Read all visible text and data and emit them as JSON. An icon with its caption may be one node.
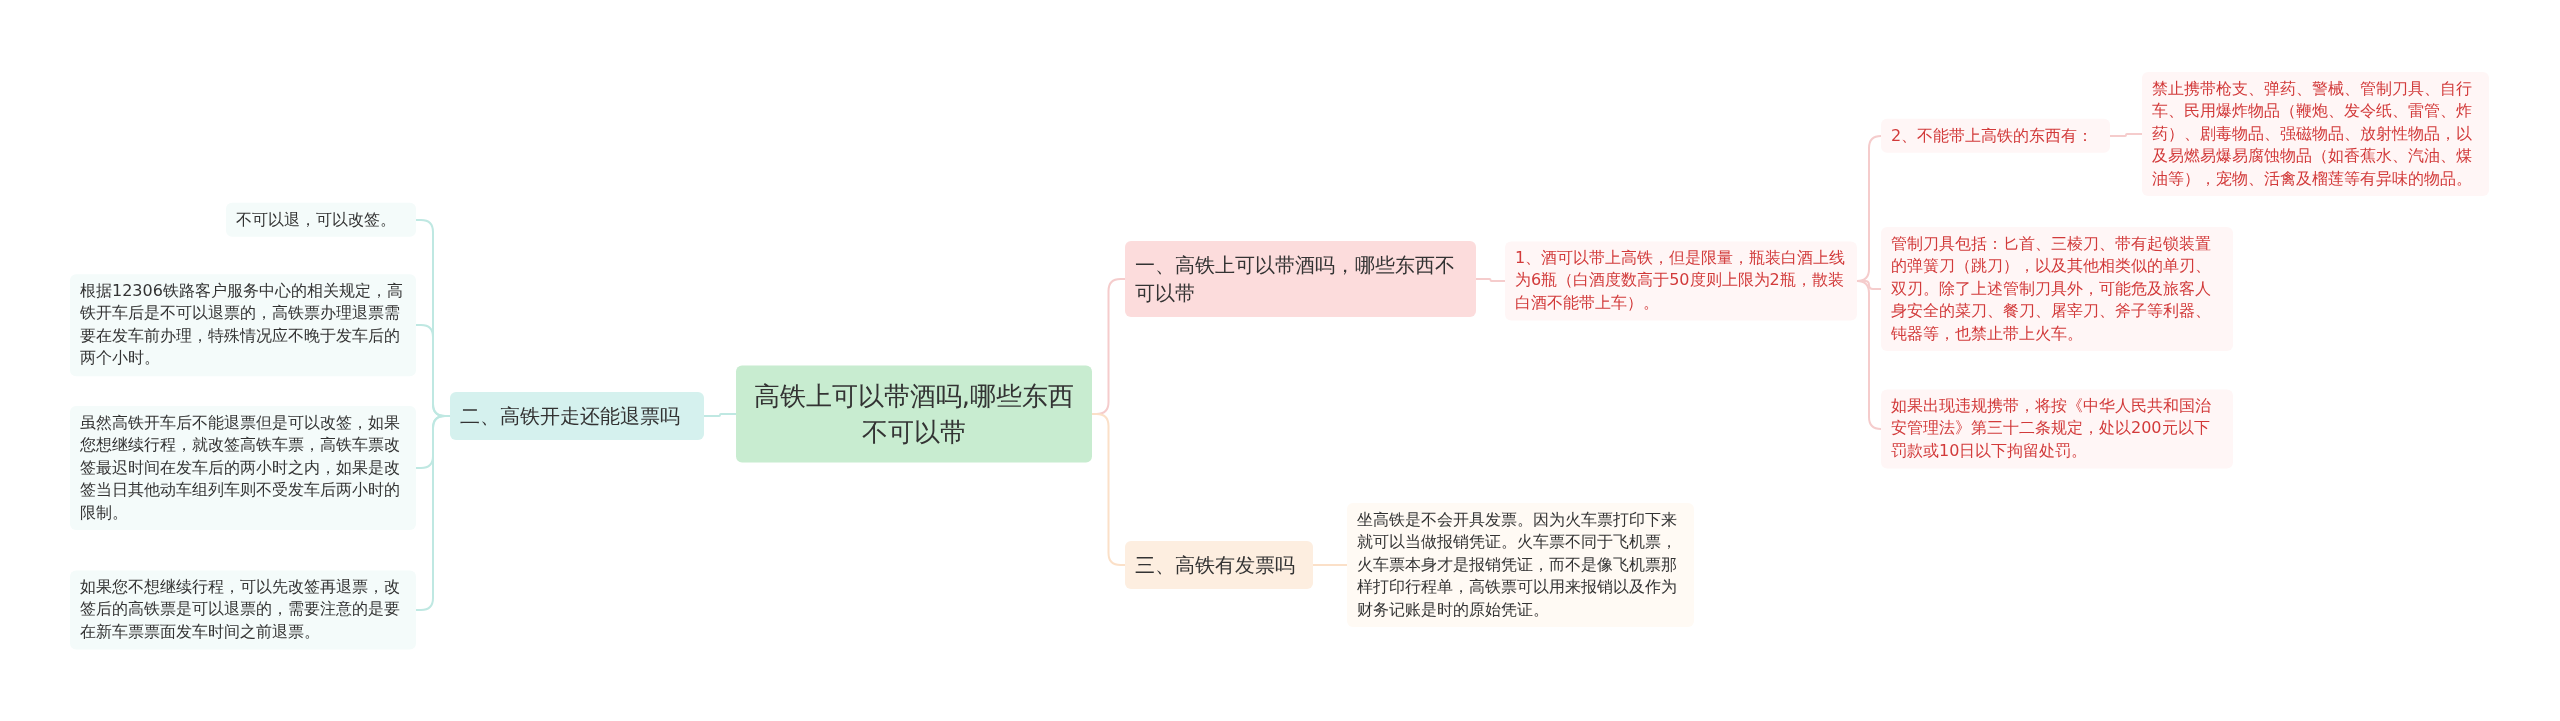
{
  "diagram": {
    "nodes": [
      {
        "text": [
          "高铁上可以带酒吗,哪些东西不可以带"
        ]
      },
      {
        "text": [
          "一、高铁上可以带酒吗，哪些东西不可以带"
        ]
      },
      {
        "text": [
          "1、酒可以带上高铁，但是限量，瓶装白酒上线为6瓶（白酒度数高于50度则上限为2瓶，散装白酒不能带上车）。"
        ]
      },
      {
        "text": [
          "2、不能带上高铁的东西有："
        ]
      },
      {
        "text": [
          "禁止携带枪支、弹药、警械、管制刀具、自行车、民用爆炸物品（鞭炮、发令纸、雷管、炸药）、剧毒物品、强磁物品、放射性物品，以及易燃易爆易腐蚀物品（如香蕉水、汽油、煤油等），宠物、活禽及榴莲等有异味的物品。"
        ]
      },
      {
        "text": [
          "管制刀具包括：匕首、三棱刀、带有起锁装置的弹簧刀（跳刀），以及其他相类似的单刃、双刃。除了上述管制刀具外，可能危及旅客人身安全的菜刀、餐刀、屠宰刀、斧子等利器、钝器等，也禁止带上火车。"
        ]
      },
      {
        "text": [
          "如果出现违规携带，将按《中华人民共和国治安管理法》第三十二条规定，处以200元以下罚款或10日以下拘留处罚。"
        ]
      },
      {
        "text": [
          "三、高铁有发票吗"
        ]
      },
      {
        "text": [
          "坐高铁是不会开具发票。因为火车票打印下来就可以当做报销凭证。火车票不同于飞机票，火车票本身才是报销凭证，而不是像飞机票那样打印行程单，高铁票可以用来报销以及作为财务记账是时的原始凭证。"
        ]
      },
      {
        "text": [
          "二、高铁开走还能退票吗"
        ]
      },
      {
        "text": [
          "不可以退，可以改签。"
        ]
      },
      {
        "text": [
          "根据12306铁路客户服务中心的相关规定，高铁开车后是不可以退票的，高铁票办理退票需要在发车前办理，特殊情况应不晚于发车后的两个小时。"
        ]
      },
      {
        "text": [
          "虽然高铁开车后不能退票但是可以改签，如果您想继续行程，就改签高铁车票，高铁车票改签最迟时间在发车后的两小时之内，如果是改签当日其他动车组列车则不受发车后两小时的限制。"
        ]
      },
      {
        "text": [
          "如果您不想继续行程，可以先改签再退票，改签后的高铁票是可以退票的，需要注意的是要在新车票票面发车时间之前退票。"
        ]
      }
    ],
    "edges": [
      {
        "from": 0,
        "to": 1,
        "arrow": "none"
      },
      {
        "from": 1,
        "to": 2,
        "arrow": "none"
      },
      {
        "from": 2,
        "to": 3,
        "arrow": "none"
      },
      {
        "from": 3,
        "to": 4,
        "arrow": "none"
      },
      {
        "from": 2,
        "to": 5,
        "arrow": "none"
      },
      {
        "from": 2,
        "to": 6,
        "arrow": "none"
      },
      {
        "from": 0,
        "to": 7,
        "arrow": "none",
        "color": "#fbe0c8"
      },
      {
        "from": 7,
        "to": 8,
        "arrow": "none",
        "color": "#fbe0c8"
      },
      {
        "from": 0,
        "to": 9,
        "arrow": "none",
        "color": "#bfe8e2"
      },
      {
        "from": 9,
        "to": 10,
        "arrow": "none",
        "color": "#bfe8e2"
      },
      {
        "from": 9,
        "to": 11,
        "arrow": "none",
        "color": "#bfe8e2"
      },
      {
        "from": 9,
        "to": 12,
        "arrow": "none",
        "color": "#bfe8e2"
      },
      {
        "from": 9,
        "to": 13,
        "arrow": "none",
        "color": "#bfe8e2"
      }
    ]
  }
}
